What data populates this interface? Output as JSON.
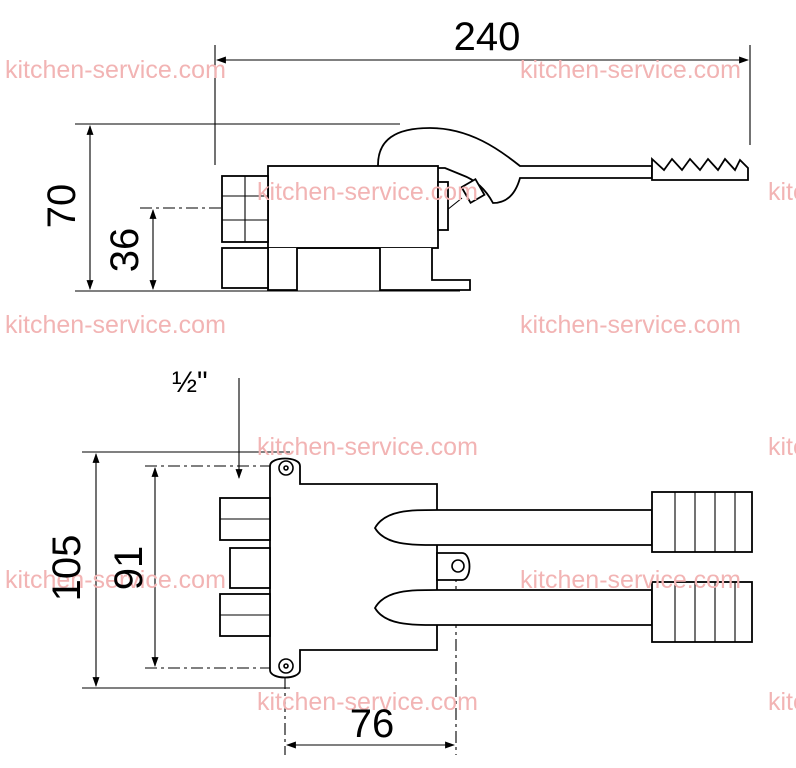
{
  "dimensions": {
    "overall_length": "240",
    "height": "70",
    "inlet_height": "36",
    "thread": "½\"",
    "width": "105",
    "mount_spacing": "91",
    "depth": "76"
  },
  "watermark": "kitchen-service.com",
  "colors": {
    "watermark": "#f2b4b4",
    "line": "#000000"
  }
}
